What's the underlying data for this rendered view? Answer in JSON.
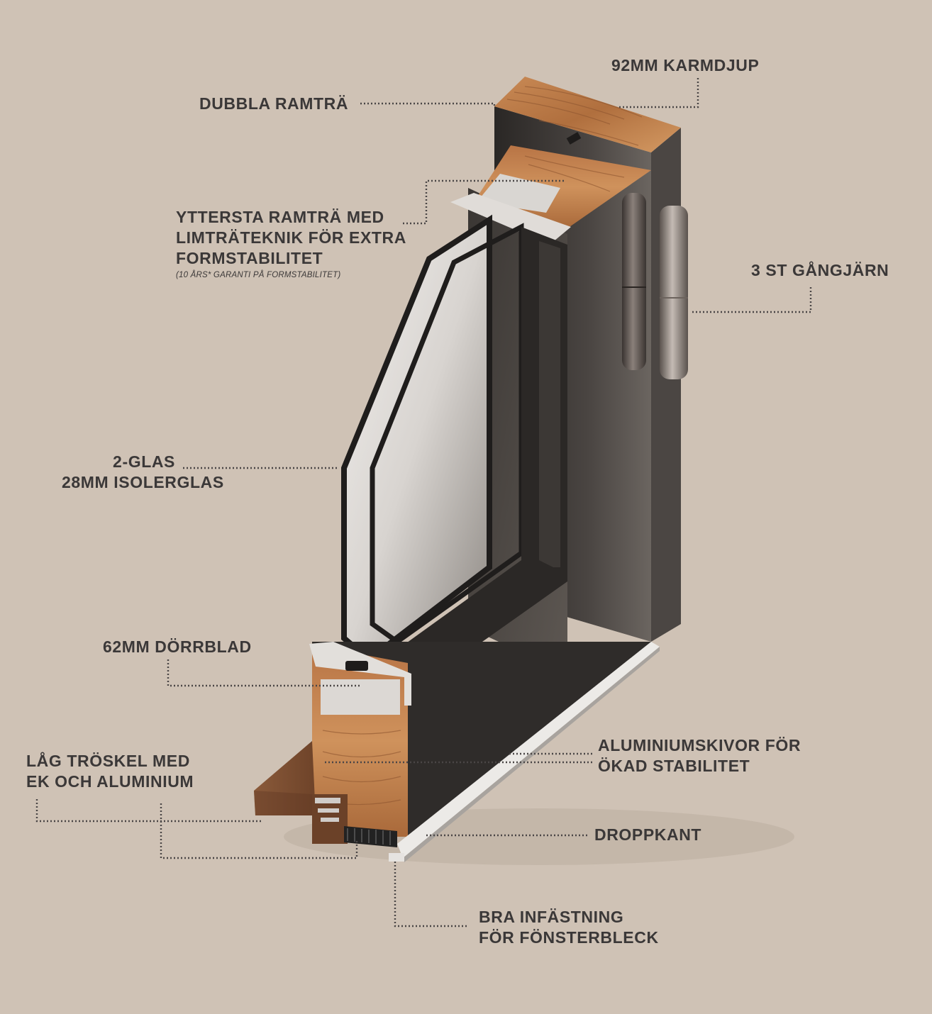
{
  "labels": {
    "karmdjup": "92MM KARMDJUP",
    "dubbla_ramtra": "DUBBLA RAMTRÄ",
    "yttersta": [
      "YTTERSTA RAMTRÄ MED",
      "LIMTRÄTEKNIK FÖR EXTRA",
      "FORMSTABILITET"
    ],
    "garanti_note": "(10 ÅRS* GARANTI PÅ FORMSTABILITET)",
    "gangjarn": "3 ST GÅNGJÄRN",
    "glas": [
      "2-GLAS",
      "28MM ISOLERGLAS"
    ],
    "dorrblad": "62MM DÖRRBLAD",
    "aluminiumskivor": [
      "ALUMINIUMSKIVOR FÖR",
      "ÖKAD STABILITET"
    ],
    "troskel": [
      "LÅG TRÖSKEL MED",
      "EK OCH ALUMINIUM"
    ],
    "droppkant": "DROPPKANT",
    "infastning": [
      "BRA INFÄSTNING",
      "FÖR FÖNSTERBLECK"
    ]
  },
  "colors": {
    "background": "#cfc2b5",
    "text": "#3b3838",
    "leader": "#4a4646",
    "frame_dark": "#2e2b29",
    "wood": "#b9794a",
    "aluminium": "#d9d6d2"
  }
}
